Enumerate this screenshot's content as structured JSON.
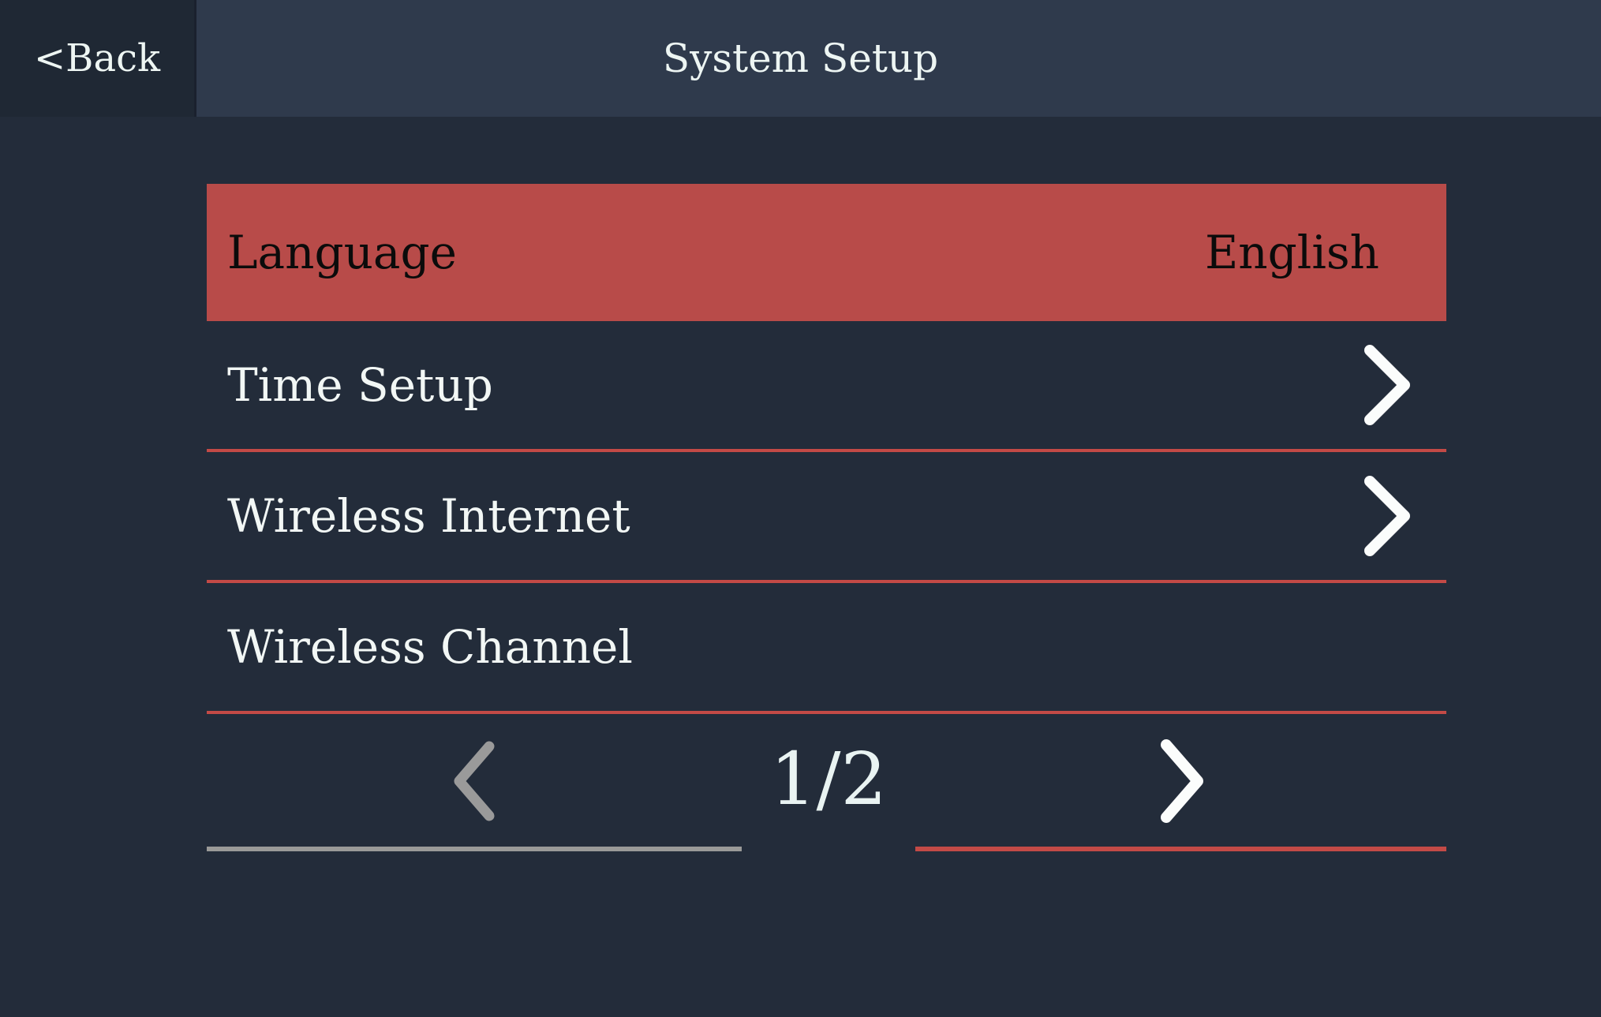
{
  "header": {
    "back_label": "<Back",
    "title": "System Setup"
  },
  "menu": {
    "items": [
      {
        "label": "Language",
        "value": "English",
        "selected": true
      },
      {
        "label": "Time Setup",
        "chevron": true
      },
      {
        "label": "Wireless Internet",
        "chevron": true
      },
      {
        "label": "Wireless Channel",
        "chevron": false
      }
    ]
  },
  "pagination": {
    "current_page": "1/2",
    "prev_icon": "chevron-left",
    "next_icon": "chevron-right"
  },
  "colors": {
    "background": "#232c3a",
    "header_bar": "#2f3a4c",
    "back_panel": "#1f2834",
    "accent_red": "#b84b49",
    "divider_red": "#c34a46",
    "text_light": "#f2f7f5",
    "text_dark": "#0b0b0b",
    "muted_gray": "#9a9a98"
  }
}
